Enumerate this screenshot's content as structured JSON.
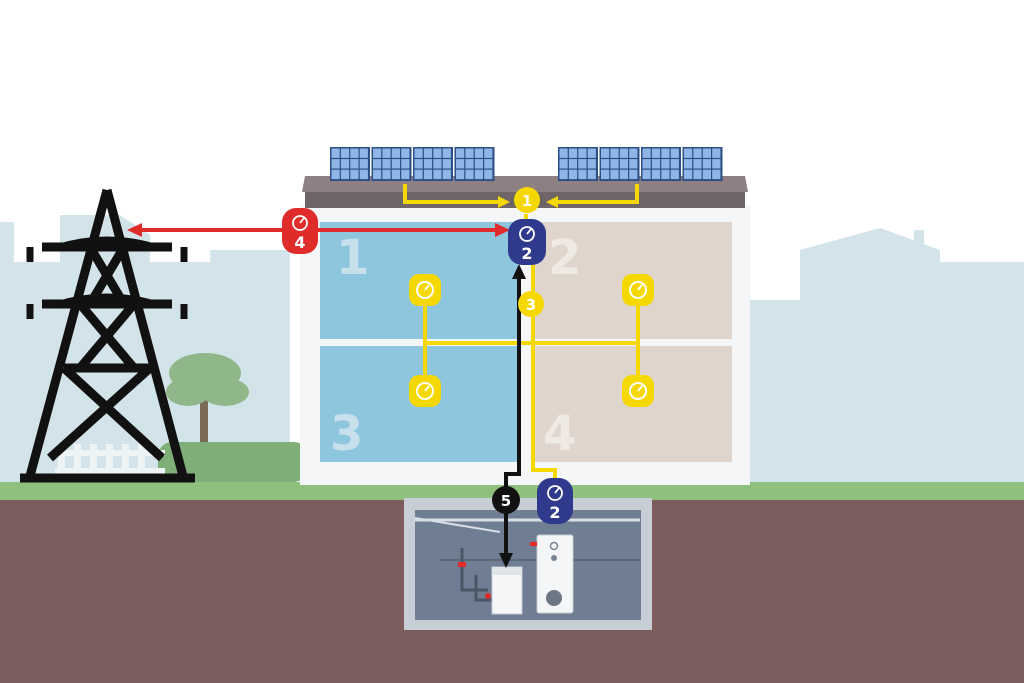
{
  "colors": {
    "sky": "#ffffff",
    "skyline": "#d3e3ea",
    "grass": "#8fc17c",
    "soil": "#7a5d5c",
    "unit_blue": "#8ec6de",
    "unit_beige": "#e0d5cc",
    "building_white": "#f4f6f7",
    "roof": "#8e7f82",
    "solar_link": "#f5d800",
    "grid_link": "#e02b2b",
    "meter_blue": "#2f3a8c",
    "heat_link": "#111111",
    "basement": "#6f7e92",
    "pylon": "#111111",
    "tree": "#8fb78a"
  },
  "units": [
    {
      "label": "1"
    },
    {
      "label": "2"
    },
    {
      "label": "3"
    },
    {
      "label": "4"
    }
  ],
  "badges": {
    "solar_junction": {
      "label": "1",
      "icon": "junction-dot-icon"
    },
    "main_meter": {
      "label": "2",
      "icon": "meter-gauge-icon"
    },
    "distribution_junction": {
      "label": "3",
      "icon": "junction-dot-icon"
    },
    "grid_meter": {
      "label": "4",
      "icon": "meter-gauge-icon"
    },
    "heat_junction": {
      "label": "5",
      "icon": "junction-dot-icon"
    },
    "basement_meter": {
      "label": "2",
      "icon": "meter-gauge-icon"
    }
  },
  "icons": {
    "pylon": "power-pylon-icon",
    "solar": "solar-panel-icon",
    "unit_meter": "meter-gauge-icon",
    "heat_pump": "heat-pump-icon",
    "storage_tank": "storage-tank-icon",
    "tree": "tree-icon"
  }
}
